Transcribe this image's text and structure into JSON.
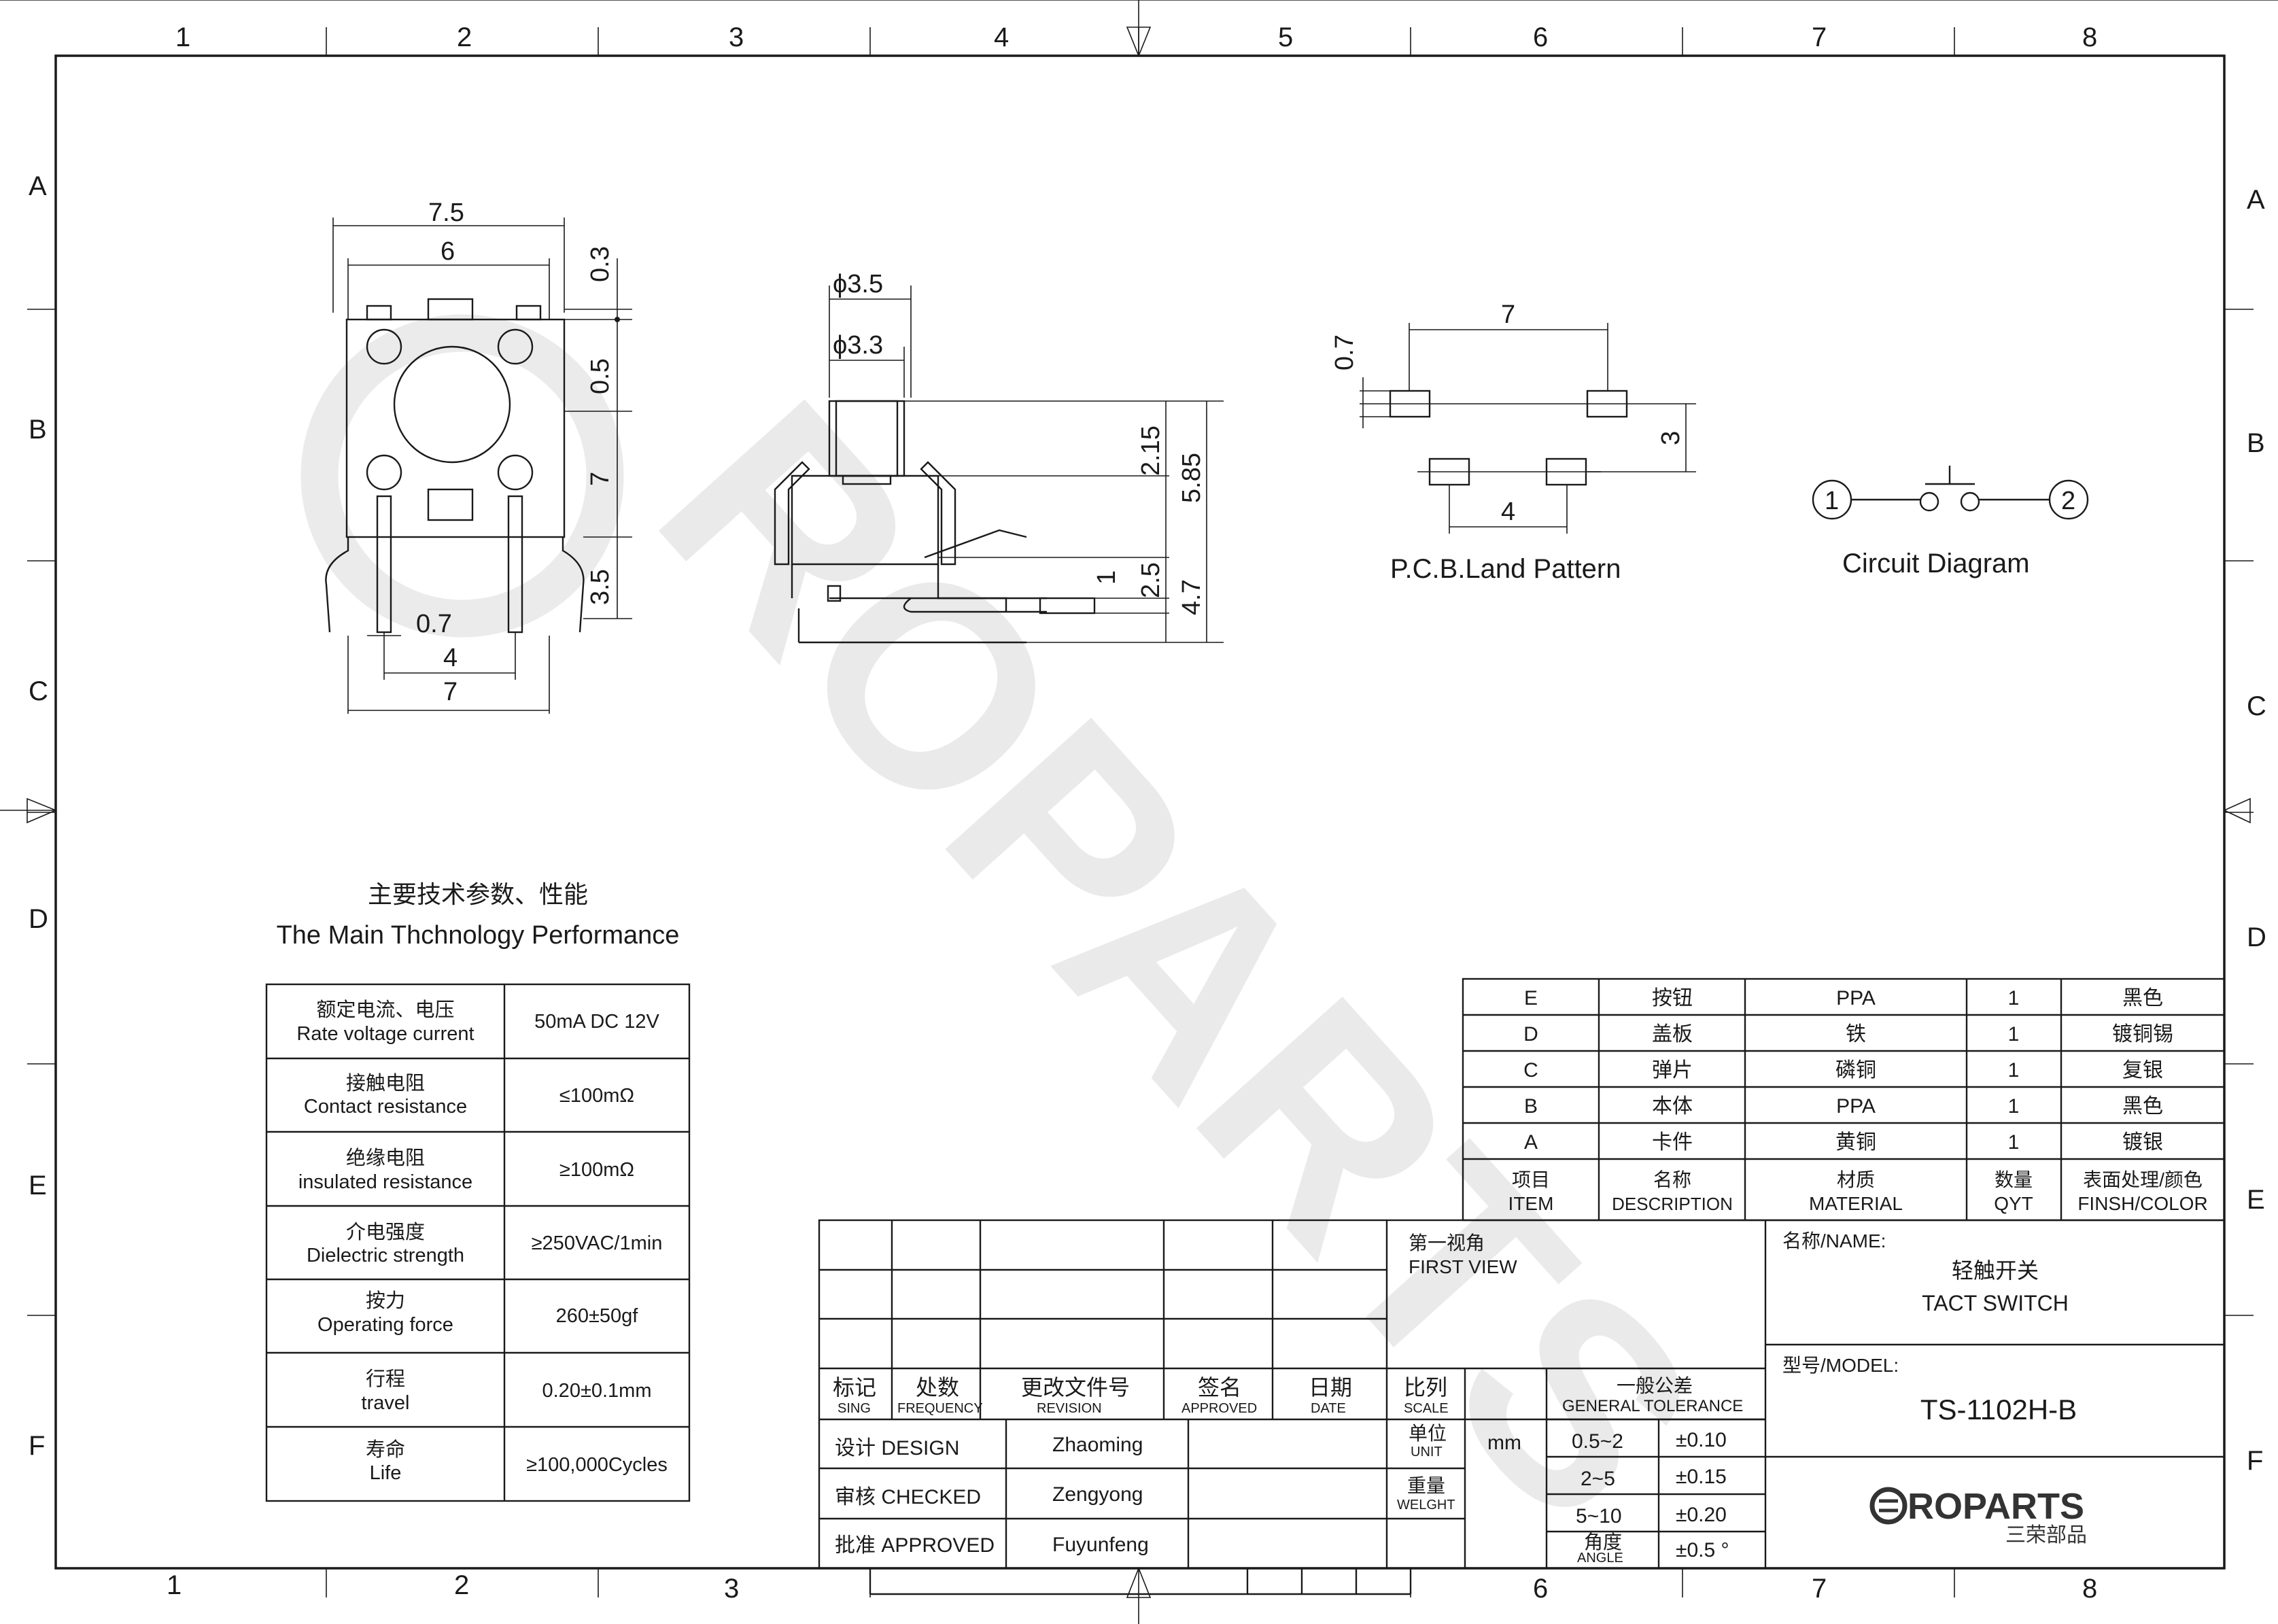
{
  "frame": {
    "columns": [
      "1",
      "2",
      "3",
      "4",
      "5",
      "6",
      "7",
      "8"
    ],
    "rows": [
      "A",
      "B",
      "C",
      "D",
      "E",
      "F"
    ]
  },
  "watermark": "ROPARTS",
  "views": {
    "front": {
      "dims": {
        "w_total": "7.5",
        "w_body": "6",
        "d_top": "0.3",
        "d_b": "0.5",
        "d_h": "7",
        "d_leg": "3.5",
        "pin_w": "0.7",
        "pin_pitch": "4",
        "bottom_w": "7"
      }
    },
    "side": {
      "dims": {
        "phi_outer": "ϕ3.5",
        "phi_inner": "ϕ3.3",
        "h_stem": "2.15",
        "h_total": "5.85",
        "h_one": "1",
        "h_two": "2.5",
        "h_body": "4.7"
      }
    },
    "pcb": {
      "title": "P.C.B.Land Pattern",
      "dims": {
        "pad": "0.7",
        "span": "7",
        "pitch_v": "3",
        "pitch_h": "4"
      }
    },
    "circuit": {
      "title": "Circuit Diagram",
      "pin1": "1",
      "pin2": "2"
    }
  },
  "performance": {
    "title_cn": "主要技术参数、性能",
    "title_en": "The Main Thchnology Performance",
    "rows": [
      {
        "cn": "额定电流、电压",
        "en": "Rate voltage current",
        "value": "50mA DC 12V"
      },
      {
        "cn": "接触电阻",
        "en": "Contact resistance",
        "value": "≤100mΩ"
      },
      {
        "cn": "绝缘电阻",
        "en": "insulated resistance",
        "value": "≥100mΩ"
      },
      {
        "cn": "介电强度",
        "en": "Dielectric strength",
        "value": "≥250VAC/1min"
      },
      {
        "cn": "按力",
        "en": "Operating force",
        "value": "260±50gf"
      },
      {
        "cn": "行程",
        "en": "travel",
        "value": "0.20±0.1mm"
      },
      {
        "cn": "寿命",
        "en": "Life",
        "value": "≥100,000Cycles"
      }
    ]
  },
  "bom": {
    "rows": [
      {
        "item": "E",
        "desc": "按钮",
        "material": "PPA",
        "qty": "1",
        "finish": "黑色"
      },
      {
        "item": "D",
        "desc": "盖板",
        "material": "铁",
        "qty": "1",
        "finish": "镀铜锡"
      },
      {
        "item": "C",
        "desc": "弹片",
        "material": "磷铜",
        "qty": "1",
        "finish": "复银"
      },
      {
        "item": "B",
        "desc": "本体",
        "material": "PPA",
        "qty": "1",
        "finish": "黑色"
      },
      {
        "item": "A",
        "desc": "卡件",
        "material": "黄铜",
        "qty": "1",
        "finish": "镀银"
      }
    ],
    "header": {
      "item_cn": "项目",
      "item_en": "ITEM",
      "desc_cn": "名称",
      "desc_en": "DESCRIPTION",
      "material_cn": "材质",
      "material_en": "MATERIAL",
      "qty_cn": "数量",
      "qty_en": "QYT",
      "finish_cn": "表面处理/颜色",
      "finish_en": "FINSH/COLOR"
    }
  },
  "title_block": {
    "rev_header": [
      {
        "cn": "标记",
        "en": "SING"
      },
      {
        "cn": "处数",
        "en": "FREQUENCY"
      },
      {
        "cn": "更改文件号",
        "en": "REVISION"
      },
      {
        "cn": "签名",
        "en": "APPROVED"
      },
      {
        "cn": "日期",
        "en": "DATE"
      }
    ],
    "design_label": "设计 DESIGN",
    "design_name": "Zhaoming",
    "checked_label": "审核 CHECKED",
    "checked_name": "Zengyong",
    "approved_label": "批准 APPROVED",
    "approved_name": "Fuyunfeng",
    "first_view_cn": "第一视角",
    "first_view_en": "FIRST VIEW",
    "scale_cn": "比列",
    "scale_en": "SCALE",
    "unit_cn": "单位",
    "unit_en": "UNIT",
    "unit_value": "mm",
    "weight_cn": "重量",
    "weight_en": "WELGHT",
    "tol_cn": "一般公差",
    "tol_en": "GENERAL TOLERANCE",
    "tolerances": [
      {
        "range": "0.5~2",
        "tol": "±0.10"
      },
      {
        "range": "2~5",
        "tol": "±0.15"
      },
      {
        "range": "5~10",
        "tol": "±0.20"
      }
    ],
    "angle_cn": "角度",
    "angle_en": "ANGLE",
    "angle_tol": "±0.5 °",
    "name_label": "名称/NAME:",
    "name_cn": "轻触开关",
    "name_en": "TACT  SWITCH",
    "model_label": "型号/MODEL:",
    "model": "TS-1102H-B",
    "logo_text": "ROPARTS",
    "logo_sub": "三荣部品"
  }
}
